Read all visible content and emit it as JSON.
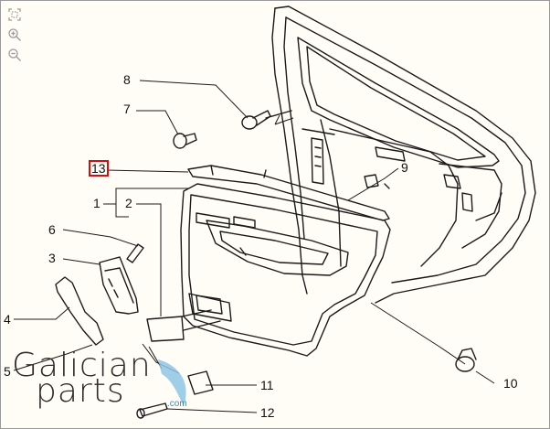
{
  "toolbar": {
    "tools": [
      {
        "icon": "fit-to-window-icon"
      },
      {
        "icon": "zoom-in-icon"
      },
      {
        "icon": "zoom-out-icon"
      }
    ]
  },
  "callouts": {
    "c1": "1",
    "c2": "2",
    "c3": "3",
    "c4": "4",
    "c5": "5",
    "c6": "6",
    "c7": "7",
    "c8": "8",
    "c9": "9",
    "c10": "10",
    "c11": "11",
    "c12": "12",
    "c13": "13"
  },
  "selected_callout": "13",
  "watermark": {
    "line1": "Galician",
    "line2": "parts",
    "domain": ".com",
    "accent_color": "#2a8fcb"
  },
  "colors": {
    "line": "#1a1a1a",
    "selection": "#d01010",
    "background": "#fffdf6"
  }
}
